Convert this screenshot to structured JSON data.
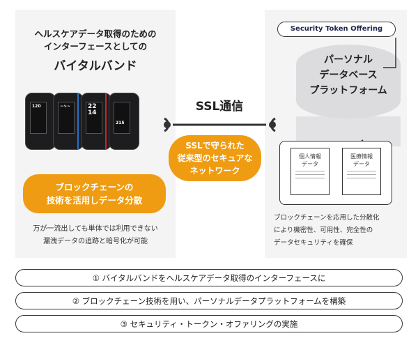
{
  "left": {
    "heading": "ヘルスケアデータ取得のための\nインターフェースとしての",
    "title": "バイタルバンド",
    "band_screens": [
      "120",
      "",
      "22\n14",
      "215"
    ],
    "orange_label": "ブロックチェーンの\n技術を活用しデータ分散",
    "note": "万が一流出しても単体では利用できない\n漏洩データの追跡と暗号化が可能"
  },
  "middle": {
    "title": "SSL通信",
    "orange_label": "SSLで守られた\n従来型のセキュアな\nネットワーク"
  },
  "right": {
    "sto_label": "Security Token Offering",
    "db_label": "パーソナル\nデータベース\nプラットフォーム",
    "docs": [
      "個人情報\nデータ",
      "医療情報\nデータ"
    ],
    "note": "ブロックチェーンを応用した分散化\nにより機密性、可用性、完全性の\nデータセキュリティを確保"
  },
  "steps": [
    "① バイタルバンドをヘルスケアデータ取得のインターフェースに",
    "② ブロックチェーン技術を用い、パーソナルデータプラットフォームを構築",
    "③ セキュリティ・トークン・オファリングの実施"
  ],
  "colors": {
    "accent": "#ef9c12",
    "panel": "#f4f4f5",
    "dark": "#333333"
  }
}
